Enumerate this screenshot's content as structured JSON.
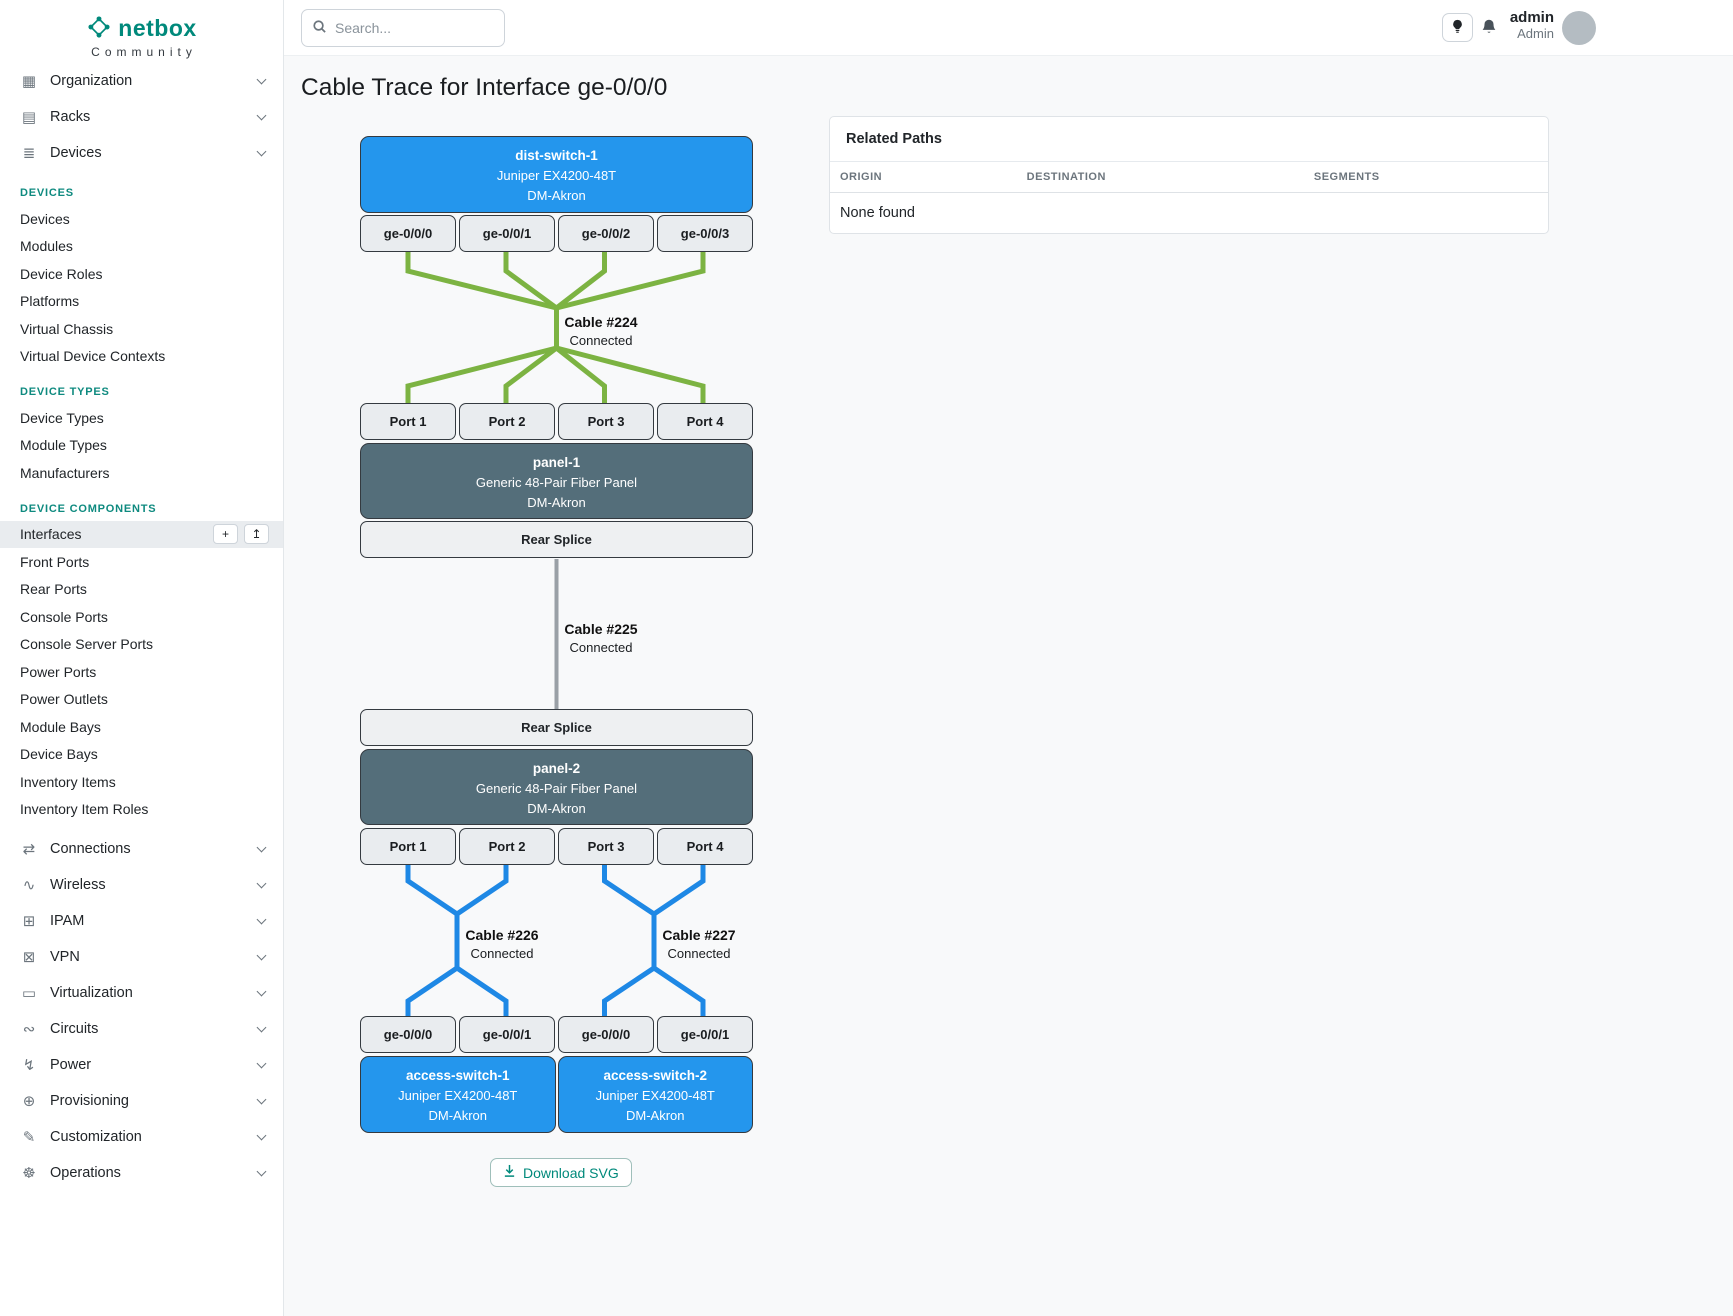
{
  "brand": {
    "name": "netbox",
    "subtitle": "Community"
  },
  "topbar": {
    "search_placeholder": "Search...",
    "user_name": "admin",
    "user_role": "Admin"
  },
  "sidebar": {
    "groups_top": [
      {
        "label": "Organization",
        "icon": "▦"
      },
      {
        "label": "Racks",
        "icon": "▤"
      },
      {
        "label": "Devices",
        "icon": "≣"
      }
    ],
    "sections": [
      {
        "header": "DEVICES",
        "items": [
          "Devices",
          "Modules",
          "Device Roles",
          "Platforms",
          "Virtual Chassis",
          "Virtual Device Contexts"
        ]
      },
      {
        "header": "DEVICE TYPES",
        "items": [
          "Device Types",
          "Module Types",
          "Manufacturers"
        ]
      },
      {
        "header": "DEVICE COMPONENTS",
        "items": [
          "Interfaces",
          "Front Ports",
          "Rear Ports",
          "Console Ports",
          "Console Server Ports",
          "Power Ports",
          "Power Outlets",
          "Module Bays",
          "Device Bays",
          "Inventory Items",
          "Inventory Item Roles"
        ]
      }
    ],
    "active_item": "Interfaces",
    "active_buttons": {
      "add": "+",
      "import": "↥"
    },
    "groups_bottom": [
      {
        "label": "Connections",
        "icon": "⇄"
      },
      {
        "label": "Wireless",
        "icon": "∿"
      },
      {
        "label": "IPAM",
        "icon": "⊞"
      },
      {
        "label": "VPN",
        "icon": "⊠"
      },
      {
        "label": "Virtualization",
        "icon": "▭"
      },
      {
        "label": "Circuits",
        "icon": "∾"
      },
      {
        "label": "Power",
        "icon": "↯"
      },
      {
        "label": "Provisioning",
        "icon": "⊕"
      },
      {
        "label": "Customization",
        "icon": "✎"
      },
      {
        "label": "Operations",
        "icon": "☸"
      }
    ]
  },
  "page": {
    "title": "Cable Trace for Interface ge-0/0/0"
  },
  "related_paths": {
    "title": "Related Paths",
    "columns": [
      "ORIGIN",
      "DESTINATION",
      "SEGMENTS"
    ],
    "empty_message": "None found"
  },
  "trace": {
    "dist_switch": {
      "name": "dist-switch-1",
      "model": "Juniper EX4200-48T",
      "site": "DM-Akron",
      "ports": [
        "ge-0/0/0",
        "ge-0/0/1",
        "ge-0/0/2",
        "ge-0/0/3"
      ]
    },
    "cable_224": {
      "label": "Cable #224",
      "status": "Connected"
    },
    "panel_1": {
      "name": "panel-1",
      "model": "Generic 48-Pair Fiber Panel",
      "site": "DM-Akron",
      "front_ports": [
        "Port 1",
        "Port 2",
        "Port 3",
        "Port 4"
      ],
      "rear": "Rear Splice"
    },
    "cable_225": {
      "label": "Cable #225",
      "status": "Connected"
    },
    "panel_2": {
      "name": "panel-2",
      "model": "Generic 48-Pair Fiber Panel",
      "site": "DM-Akron",
      "front_ports": [
        "Port 1",
        "Port 2",
        "Port 3",
        "Port 4"
      ],
      "rear": "Rear Splice"
    },
    "cable_226": {
      "label": "Cable #226",
      "status": "Connected"
    },
    "cable_227": {
      "label": "Cable #227",
      "status": "Connected"
    },
    "access_switch_1": {
      "name": "access-switch-1",
      "model": "Juniper EX4200-48T",
      "site": "DM-Akron",
      "ports": [
        "ge-0/0/0",
        "ge-0/0/1"
      ]
    },
    "access_switch_2": {
      "name": "access-switch-2",
      "model": "Juniper EX4200-48T",
      "site": "DM-Akron",
      "ports": [
        "ge-0/0/0",
        "ge-0/0/1"
      ]
    },
    "download_label": "Download SVG"
  },
  "colors": {
    "accent_teal": "#00897b",
    "device_blue": "#2496ed",
    "panel_slate": "#546e7a",
    "cable_green": "#7cb342",
    "cable_blue": "#1e88e5",
    "cable_gray": "#9aa0a6",
    "box_border": "#343a40"
  }
}
